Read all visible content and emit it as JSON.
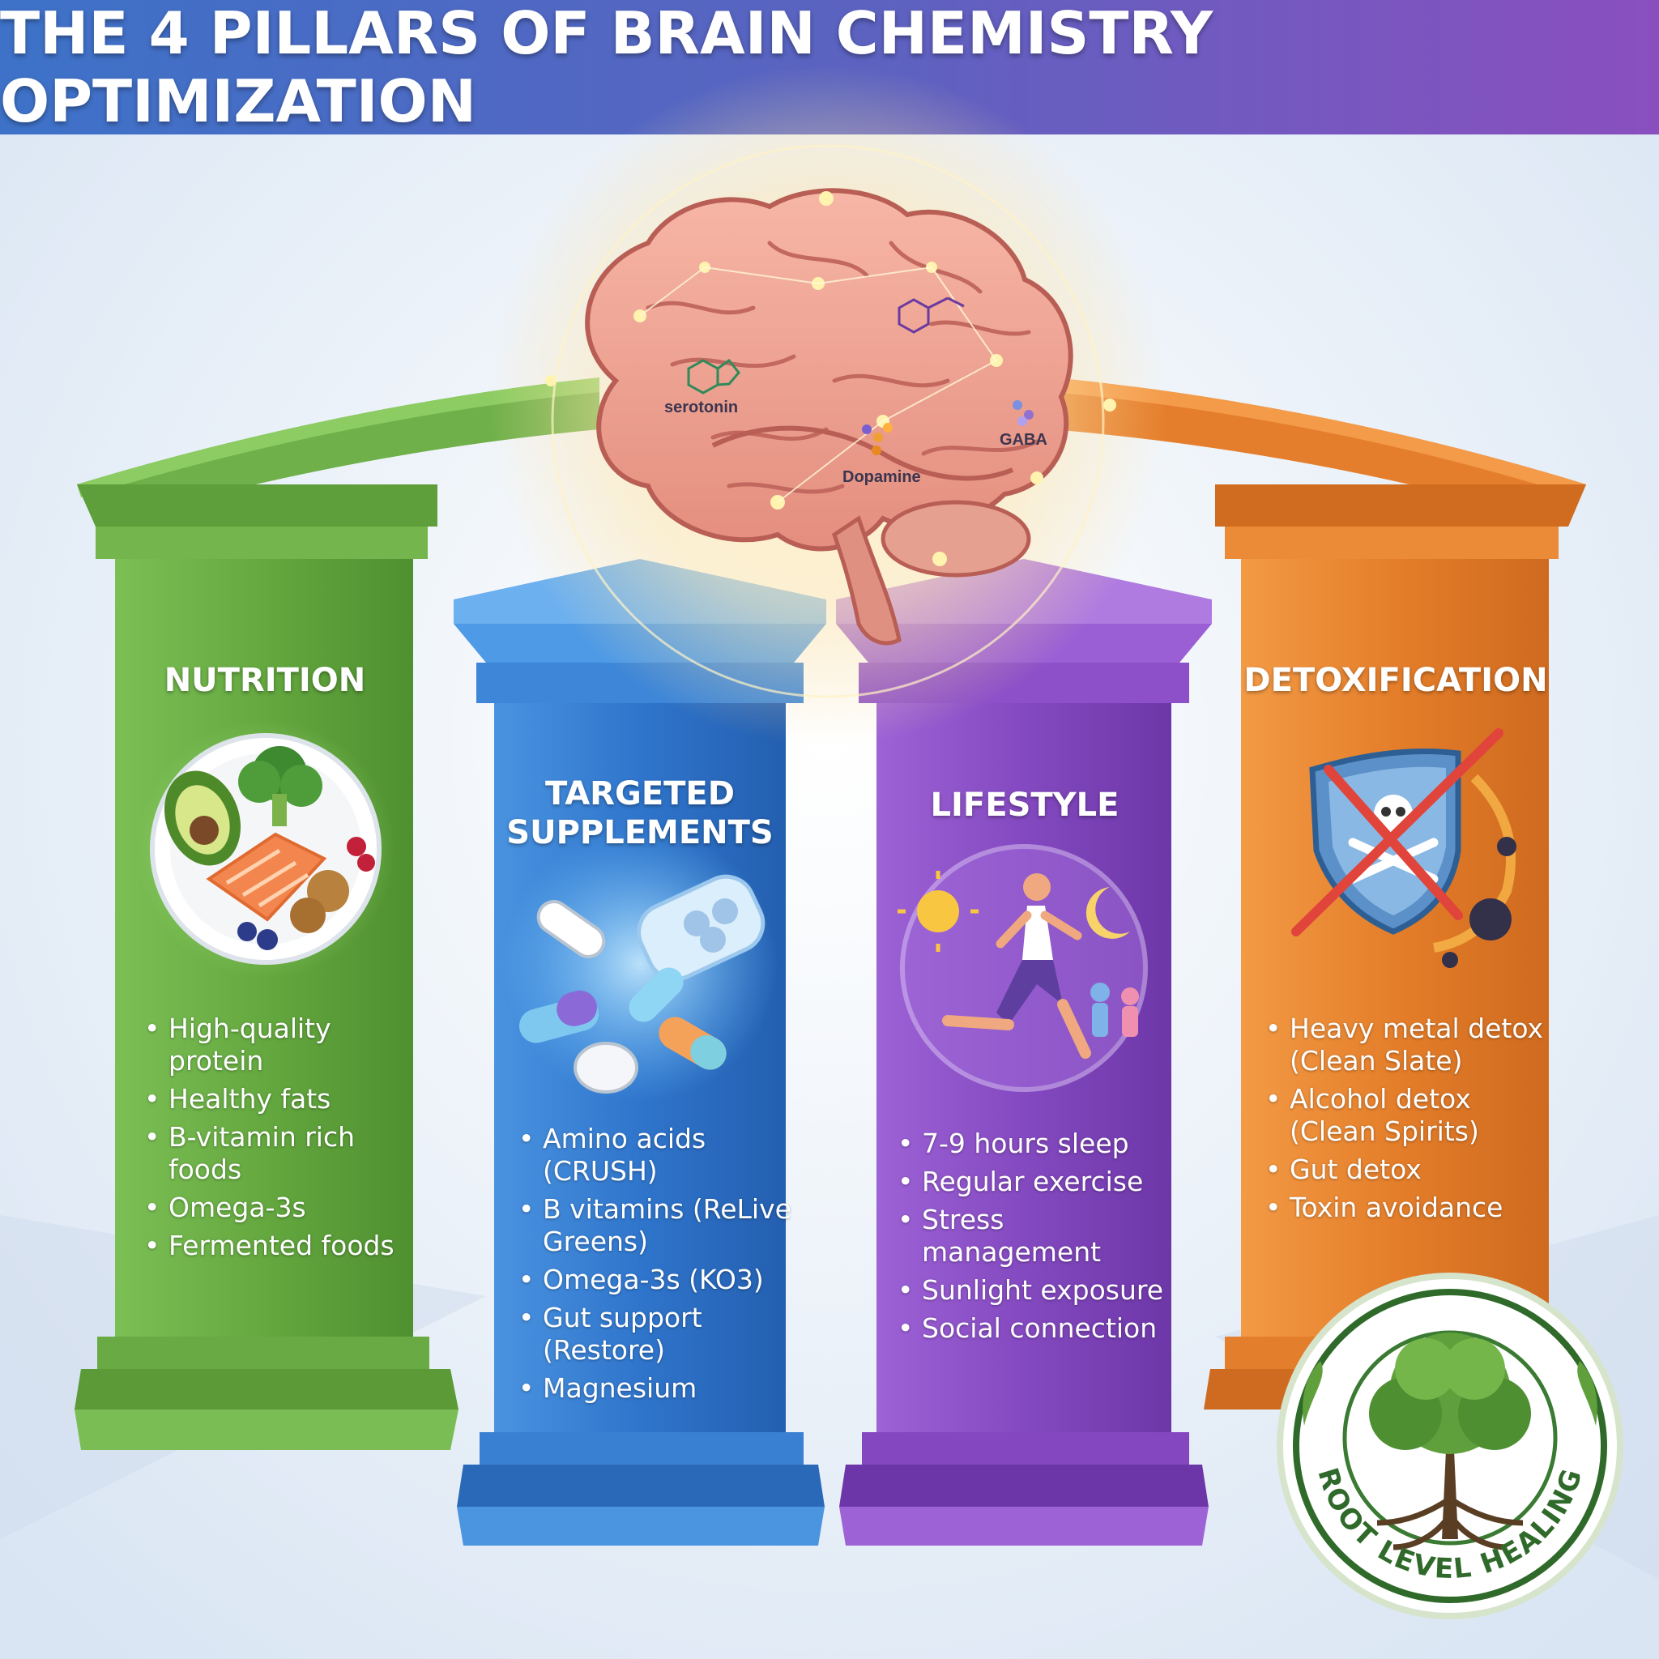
{
  "title": "THE 4 PILLARS OF BRAIN CHEMISTRY OPTIMIZATION",
  "brain": {
    "labels": [
      "serotonin",
      "Dopamine",
      "GABA"
    ]
  },
  "pillars": [
    {
      "name": "NUTRITION",
      "color": "#6fb04a",
      "icon": "food-plate-icon",
      "items": [
        "High-quality protein",
        "Healthy fats",
        "B-vitamin rich foods",
        "Omega-3s",
        "Fermented foods"
      ]
    },
    {
      "name": "TARGETED SUPPLEMENTS",
      "color": "#2f78d0",
      "icon": "supplement-pills-icon",
      "items": [
        "Amino acids (CRUSH)",
        "B vitamins (ReLive Greens)",
        "Omega-3s (KO3)",
        "Gut support (Restore)",
        "Magnesium"
      ]
    },
    {
      "name": "LIFESTYLE",
      "color": "#8a4fc4",
      "icon": "runner-sun-moon-icon",
      "items": [
        "7-9 hours sleep",
        "Regular exercise",
        "Stress management",
        "Sunlight exposure",
        "Social connection"
      ]
    },
    {
      "name": "DETOXIFICATION",
      "color": "#e57e2c",
      "icon": "shield-toxin-icon",
      "items": [
        "Heavy metal detox (Clean Slate)",
        "Alcohol detox (Clean Spirits)",
        "Gut detox",
        "Toxin avoidance"
      ]
    }
  ],
  "logo": {
    "text": "ROOT LEVEL HEALING",
    "icon": "tree-of-life-icon"
  }
}
